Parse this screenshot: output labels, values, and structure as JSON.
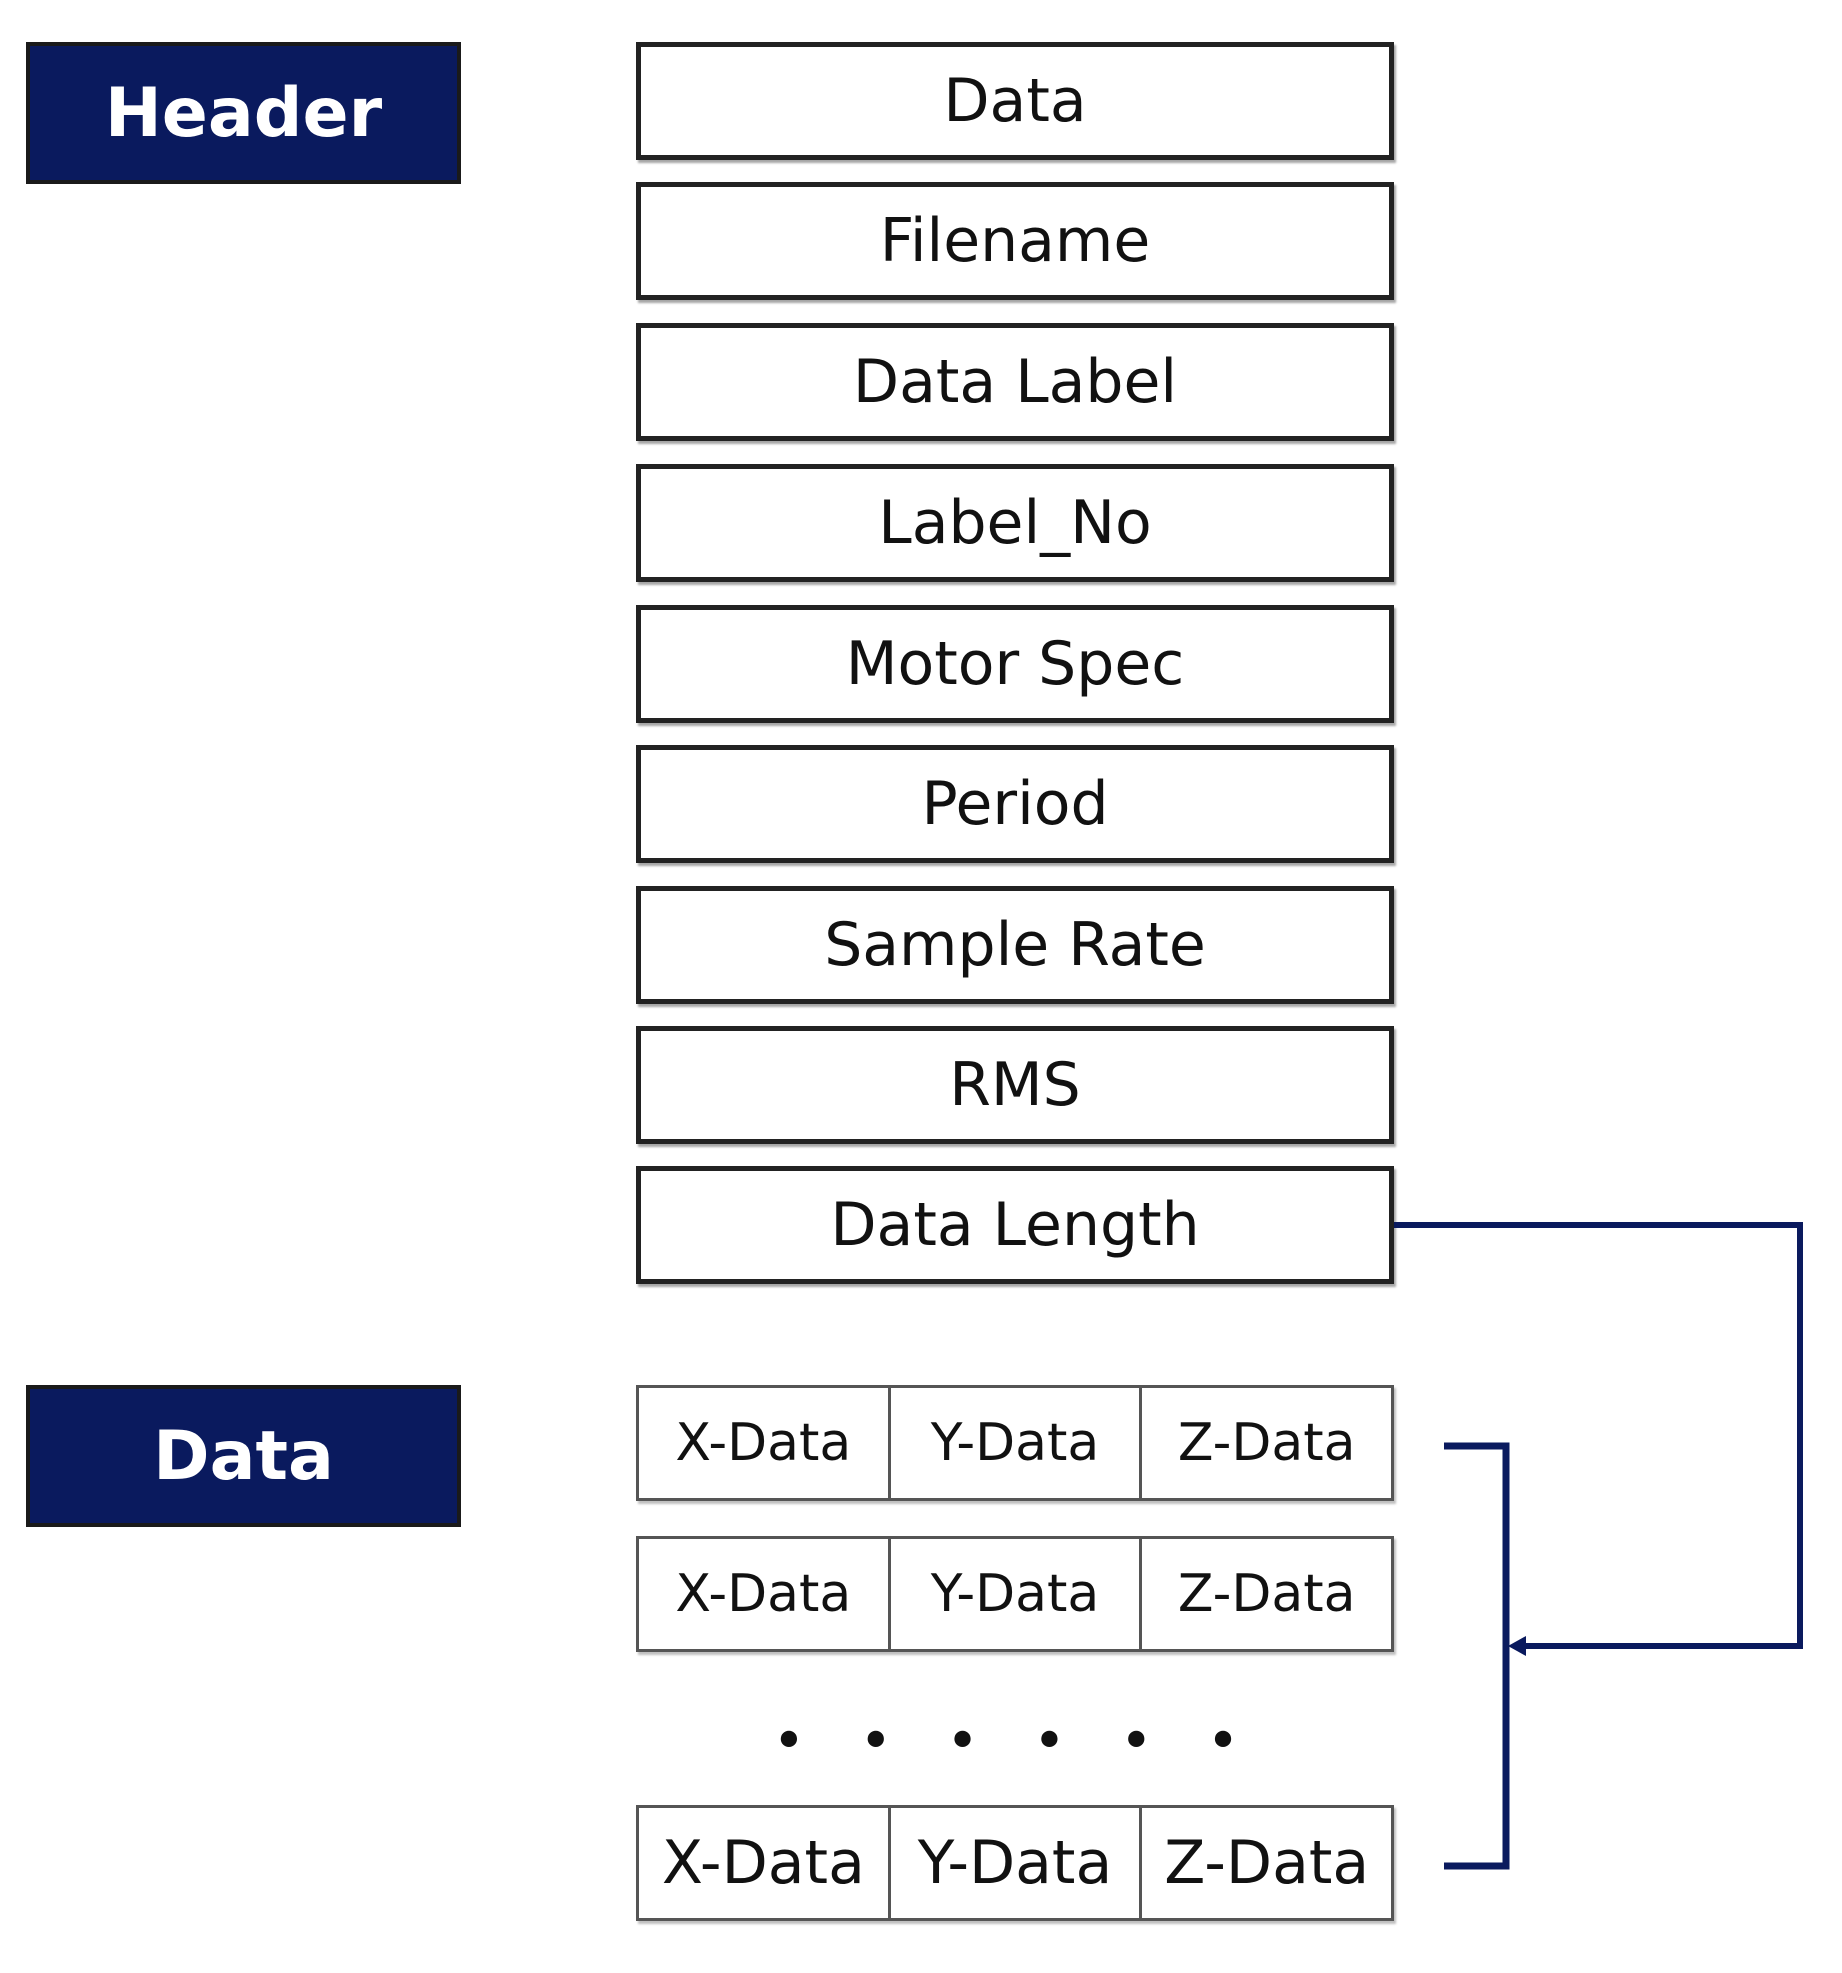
{
  "colors": {
    "section_fill": "#0a1a5e",
    "connector": "#0a1a5e"
  },
  "sections": {
    "header_label": "Header",
    "data_label": "Data"
  },
  "header_fields": [
    "Data",
    "Filename",
    "Data Label",
    "Label_No",
    "Motor Spec",
    "Period",
    "Sample Rate",
    "RMS",
    "Data Length"
  ],
  "data_rows": [
    [
      "X-Data",
      "Y-Data",
      "Z-Data"
    ],
    [
      "X-Data",
      "Y-Data",
      "Z-Data"
    ],
    [
      "X-Data",
      "Y-Data",
      "Z-Data"
    ]
  ],
  "ellipsis": "• • • • • •"
}
